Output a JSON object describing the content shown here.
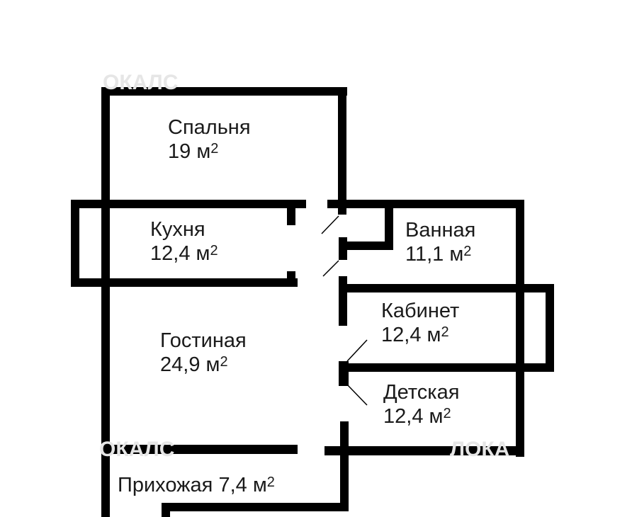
{
  "colors": {
    "wall": "#000000",
    "background": "#ffffff",
    "text": "#1a1a1a"
  },
  "area_unit": "м",
  "area_exponent": "2",
  "rooms": [
    {
      "name": "Спальня",
      "area": "19"
    },
    {
      "name": "Кухня",
      "area": "12,4"
    },
    {
      "name": "Ванная",
      "area": "11,1"
    },
    {
      "name": "Кабинет",
      "area": "12,4"
    },
    {
      "name": "Гостиная",
      "area": "24,9"
    },
    {
      "name": "Детская",
      "area": "12,4"
    },
    {
      "name": "Прихожая",
      "area": "7,4"
    }
  ]
}
